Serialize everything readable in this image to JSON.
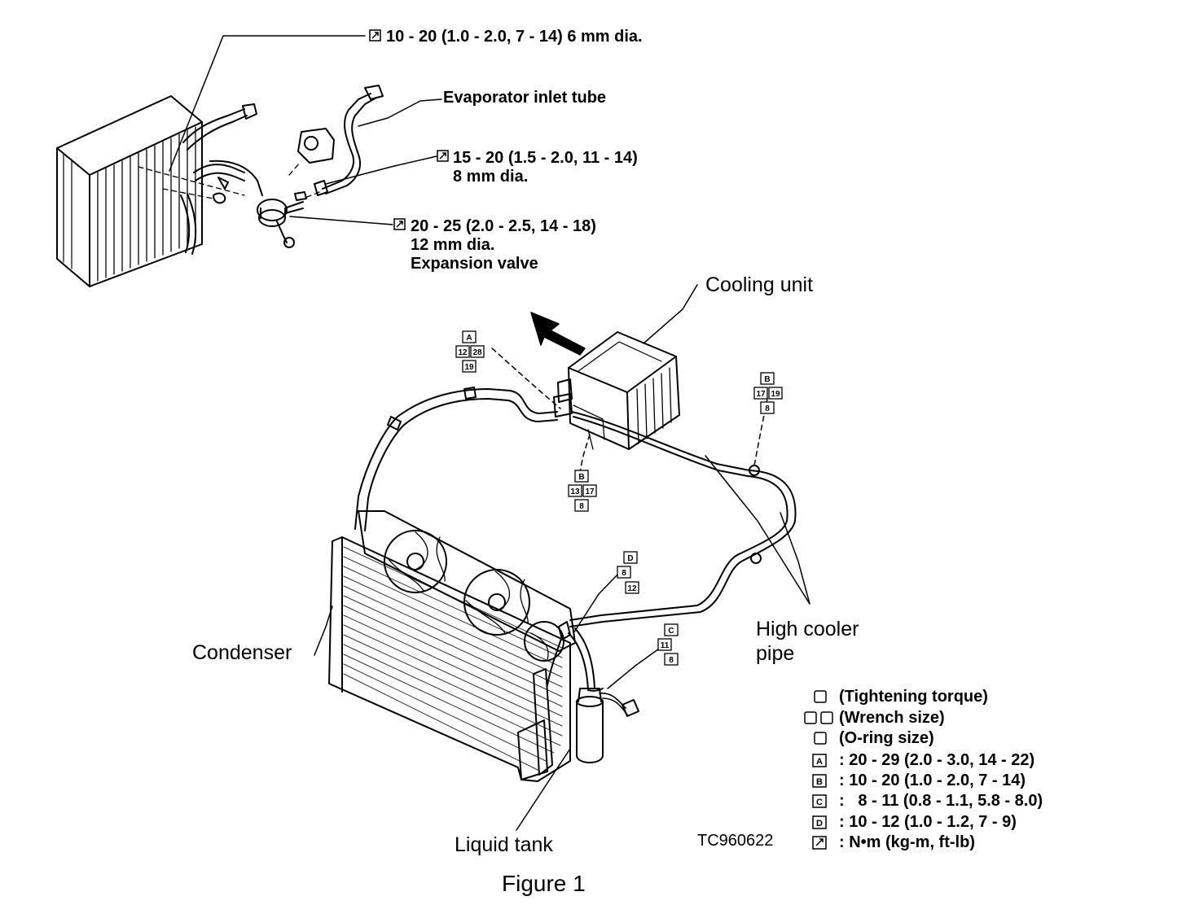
{
  "callouts": {
    "torque_6mm": "10 - 20 (1.0 - 2.0, 7 - 14) 6 mm dia.",
    "evaporator_inlet_tube": "Evaporator inlet tube",
    "torque_8mm_line1": "15 - 20 (1.5 - 2.0, 11 - 14)",
    "torque_8mm_line2": "8 mm dia.",
    "torque_12mm_line1": "20 - 25 (2.0 - 2.5, 14 - 18)",
    "torque_12mm_line2": "12 mm dia.",
    "expansion_valve": "Expansion valve"
  },
  "components": {
    "cooling_unit": "Cooling unit",
    "high_cooler_pipe_line1": "High cooler",
    "high_cooler_pipe_line2": "pipe",
    "condenser": "Condenser",
    "liquid_tank": "Liquid tank"
  },
  "joint_codes": {
    "a_group": [
      "A",
      "12",
      "28",
      "19"
    ],
    "b_group_right": [
      "B",
      "17",
      "19",
      "8"
    ],
    "b_group_bottom": [
      "B",
      "13",
      "17",
      "8"
    ],
    "d_group": [
      "D",
      "8",
      "12"
    ],
    "c_group": [
      "C",
      "11",
      "8"
    ]
  },
  "legend": {
    "tightening_torque": "(Tightening torque)",
    "wrench_size": "(Wrench size)",
    "oring_size": "(O-ring size)",
    "a_value": ": 20 - 29 (2.0 - 3.0, 14 - 22)",
    "b_value": ": 10 - 20 (1.0 - 2.0, 7 - 14)",
    "c_value": ":   8 - 11 (0.8 - 1.1, 5.8 - 8.0)",
    "d_value": ": 10 - 12 (1.0 - 1.2, 7 - 9)",
    "units": ": N•m (kg-m, ft-lb)",
    "a_key": "A",
    "b_key": "B",
    "c_key": "C",
    "d_key": "D"
  },
  "figure_code": "TC960622",
  "figure_caption": "Figure 1"
}
